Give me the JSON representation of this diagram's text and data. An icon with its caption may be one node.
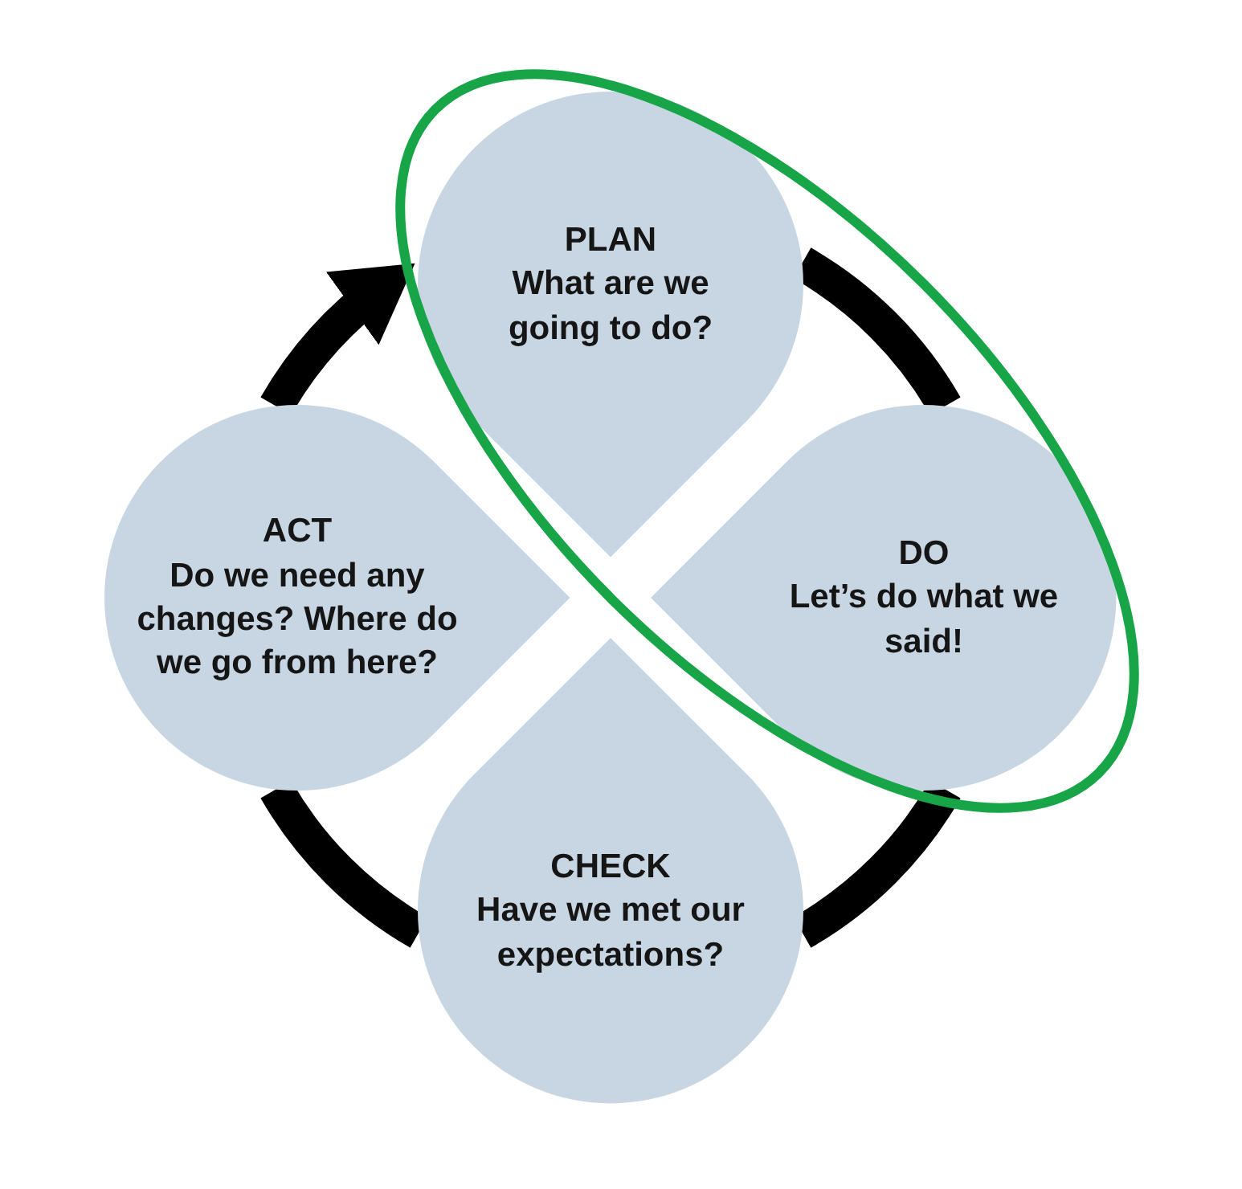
{
  "diagram": {
    "nodes": [
      {
        "text": [
          "PLAN",
          "What are we going to do?"
        ]
      },
      {
        "text": [
          "ACT",
          "Do we need any changes? Where do we go from here?"
        ]
      },
      {
        "text": [
          "DO",
          "Let’s do what we said!"
        ]
      },
      {
        "text": [
          "CHECK",
          "Have we met our expectations?"
        ]
      }
    ],
    "edges": [
      {
        "from": 0,
        "to": 2,
        "arrow": "none"
      },
      {
        "from": 2,
        "to": 3,
        "arrow": "none"
      },
      {
        "from": 3,
        "to": 1,
        "arrow": "none"
      },
      {
        "from": 1,
        "to": 0,
        "arrow": "to"
      }
    ]
  }
}
